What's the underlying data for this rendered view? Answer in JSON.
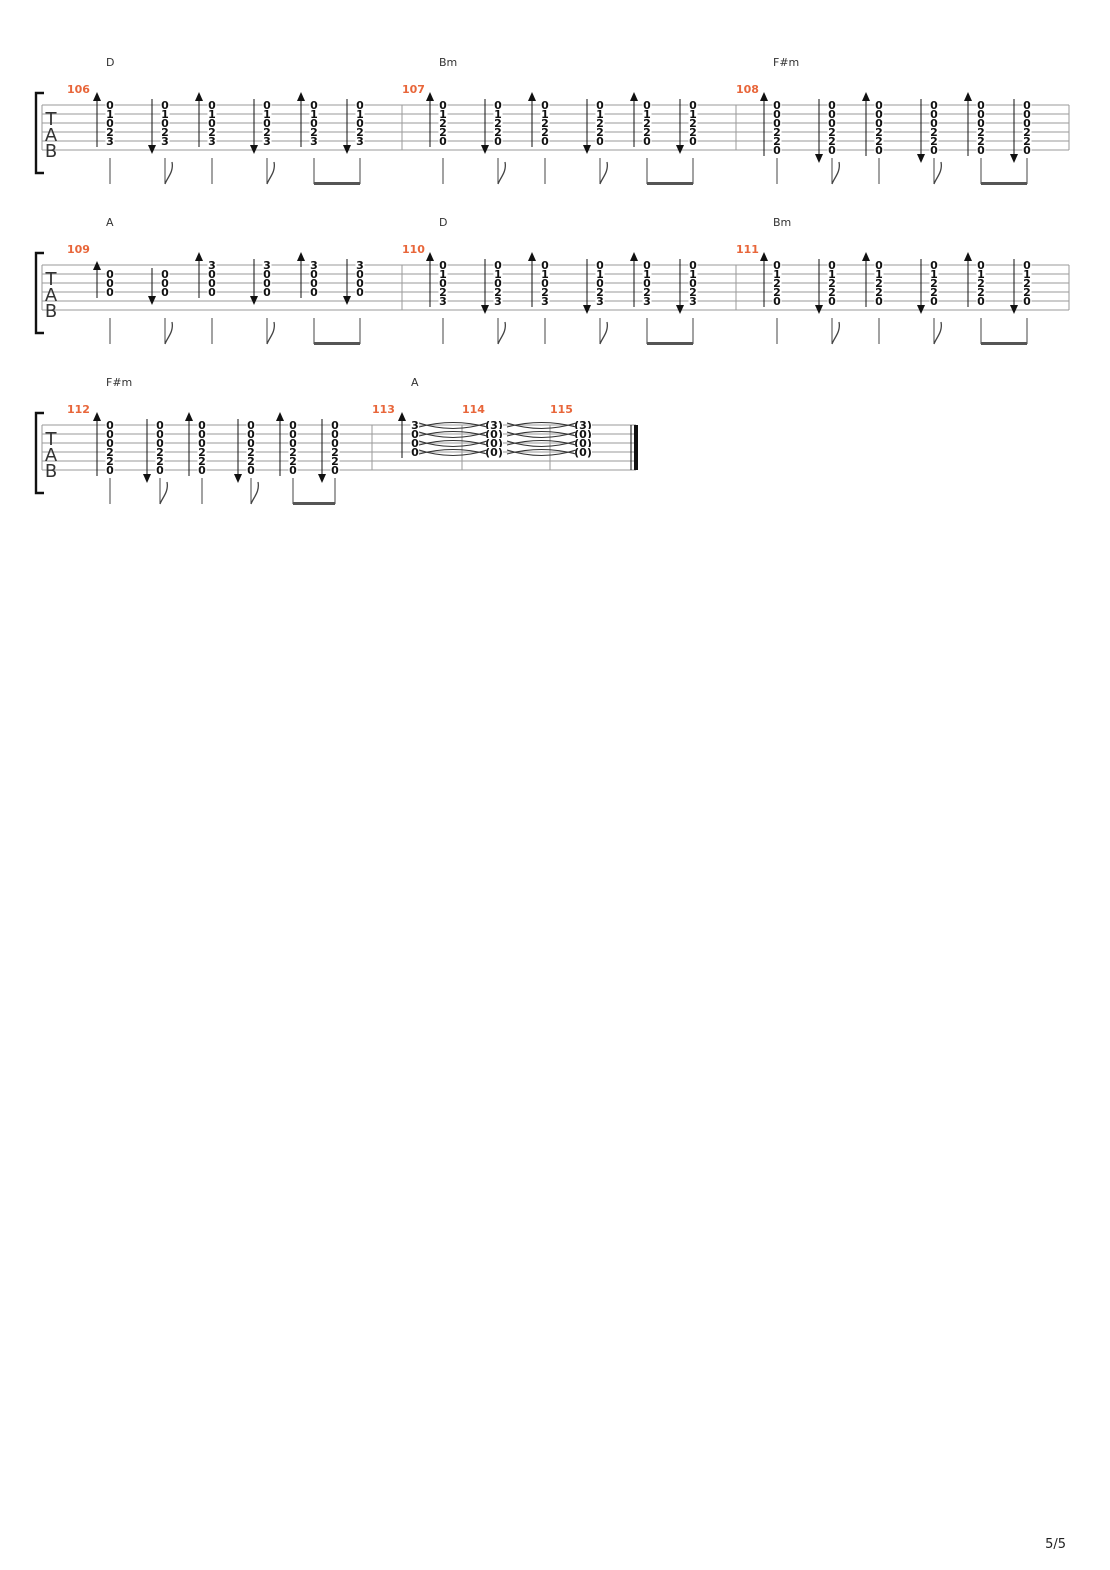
{
  "page_number": "5/5",
  "tab_clef": [
    "T",
    "A",
    "B"
  ],
  "colors": {
    "measure_number": "#e8663a",
    "staff_line": "#9a9a9a",
    "ink": "#111111"
  },
  "systems": [
    {
      "measures": [
        {
          "number": "106",
          "chord": "D",
          "beats": [
            {
              "dir": "up",
              "frets": [
                "0",
                "1",
                "0",
                "2",
                "3",
                ""
              ],
              "dur": "q"
            },
            {
              "dir": "down",
              "frets": [
                "0",
                "1",
                "0",
                "2",
                "3",
                ""
              ],
              "dur": "e"
            },
            {
              "dir": "up",
              "frets": [
                "0",
                "1",
                "0",
                "2",
                "3",
                ""
              ],
              "dur": "q"
            },
            {
              "dir": "down",
              "frets": [
                "0",
                "1",
                "0",
                "2",
                "3",
                ""
              ],
              "dur": "e"
            },
            {
              "dir": "up",
              "frets": [
                "0",
                "1",
                "0",
                "2",
                "3",
                ""
              ],
              "dur": "b"
            },
            {
              "dir": "down",
              "frets": [
                "0",
                "1",
                "0",
                "2",
                "3",
                ""
              ],
              "dur": "b"
            }
          ]
        },
        {
          "number": "107",
          "chord": "Bm",
          "beats": [
            {
              "dir": "up",
              "frets": [
                "0",
                "1",
                "2",
                "2",
                "0",
                ""
              ],
              "dur": "q"
            },
            {
              "dir": "down",
              "frets": [
                "0",
                "1",
                "2",
                "2",
                "0",
                ""
              ],
              "dur": "e"
            },
            {
              "dir": "up",
              "frets": [
                "0",
                "1",
                "2",
                "2",
                "0",
                ""
              ],
              "dur": "q"
            },
            {
              "dir": "down",
              "frets": [
                "0",
                "1",
                "2",
                "2",
                "0",
                ""
              ],
              "dur": "e"
            },
            {
              "dir": "up",
              "frets": [
                "0",
                "1",
                "2",
                "2",
                "0",
                ""
              ],
              "dur": "b"
            },
            {
              "dir": "down",
              "frets": [
                "0",
                "1",
                "2",
                "2",
                "0",
                ""
              ],
              "dur": "b"
            }
          ]
        },
        {
          "number": "108",
          "chord": "F#m",
          "beats": [
            {
              "dir": "up",
              "frets": [
                "0",
                "0",
                "0",
                "2",
                "2",
                "0"
              ],
              "dur": "q"
            },
            {
              "dir": "down",
              "frets": [
                "0",
                "0",
                "0",
                "2",
                "2",
                "0"
              ],
              "dur": "e"
            },
            {
              "dir": "up",
              "frets": [
                "0",
                "0",
                "0",
                "2",
                "2",
                "0"
              ],
              "dur": "q"
            },
            {
              "dir": "down",
              "frets": [
                "0",
                "0",
                "0",
                "2",
                "2",
                "0"
              ],
              "dur": "e"
            },
            {
              "dir": "up",
              "frets": [
                "0",
                "0",
                "0",
                "2",
                "2",
                "0"
              ],
              "dur": "b"
            },
            {
              "dir": "down",
              "frets": [
                "0",
                "0",
                "0",
                "2",
                "2",
                "0"
              ],
              "dur": "b"
            }
          ]
        }
      ]
    },
    {
      "measures": [
        {
          "number": "109",
          "chord": "A",
          "beats": [
            {
              "dir": "up",
              "frets": [
                "",
                "0",
                "0",
                "0",
                "",
                ""
              ],
              "dur": "q"
            },
            {
              "dir": "down",
              "frets": [
                "",
                "0",
                "0",
                "0",
                "",
                ""
              ],
              "dur": "e"
            },
            {
              "dir": "up",
              "frets": [
                "3",
                "0",
                "0",
                "0",
                "",
                ""
              ],
              "dur": "q"
            },
            {
              "dir": "down",
              "frets": [
                "3",
                "0",
                "0",
                "0",
                "",
                ""
              ],
              "dur": "e"
            },
            {
              "dir": "up",
              "frets": [
                "3",
                "0",
                "0",
                "0",
                "",
                ""
              ],
              "dur": "b"
            },
            {
              "dir": "down",
              "frets": [
                "3",
                "0",
                "0",
                "0",
                "",
                ""
              ],
              "dur": "b"
            }
          ]
        },
        {
          "number": "110",
          "chord": "D",
          "beats": [
            {
              "dir": "up",
              "frets": [
                "0",
                "1",
                "0",
                "2",
                "3",
                ""
              ],
              "dur": "q"
            },
            {
              "dir": "down",
              "frets": [
                "0",
                "1",
                "0",
                "2",
                "3",
                ""
              ],
              "dur": "e"
            },
            {
              "dir": "up",
              "frets": [
                "0",
                "1",
                "0",
                "2",
                "3",
                ""
              ],
              "dur": "q"
            },
            {
              "dir": "down",
              "frets": [
                "0",
                "1",
                "0",
                "2",
                "3",
                ""
              ],
              "dur": "e"
            },
            {
              "dir": "up",
              "frets": [
                "0",
                "1",
                "0",
                "2",
                "3",
                ""
              ],
              "dur": "b"
            },
            {
              "dir": "down",
              "frets": [
                "0",
                "1",
                "0",
                "2",
                "3",
                ""
              ],
              "dur": "b"
            }
          ]
        },
        {
          "number": "111",
          "chord": "Bm",
          "beats": [
            {
              "dir": "up",
              "frets": [
                "0",
                "1",
                "2",
                "2",
                "0",
                ""
              ],
              "dur": "q"
            },
            {
              "dir": "down",
              "frets": [
                "0",
                "1",
                "2",
                "2",
                "0",
                ""
              ],
              "dur": "e"
            },
            {
              "dir": "up",
              "frets": [
                "0",
                "1",
                "2",
                "2",
                "0",
                ""
              ],
              "dur": "q"
            },
            {
              "dir": "down",
              "frets": [
                "0",
                "1",
                "2",
                "2",
                "0",
                ""
              ],
              "dur": "e"
            },
            {
              "dir": "up",
              "frets": [
                "0",
                "1",
                "2",
                "2",
                "0",
                ""
              ],
              "dur": "b"
            },
            {
              "dir": "down",
              "frets": [
                "0",
                "1",
                "2",
                "2",
                "0",
                ""
              ],
              "dur": "b"
            }
          ]
        }
      ]
    },
    {
      "measures": [
        {
          "number": "112",
          "chord": "F#m",
          "beats": [
            {
              "dir": "up",
              "frets": [
                "0",
                "0",
                "0",
                "2",
                "2",
                "0"
              ],
              "dur": "q"
            },
            {
              "dir": "down",
              "frets": [
                "0",
                "0",
                "0",
                "2",
                "2",
                "0"
              ],
              "dur": "e"
            },
            {
              "dir": "up",
              "frets": [
                "0",
                "0",
                "0",
                "2",
                "2",
                "0"
              ],
              "dur": "q"
            },
            {
              "dir": "down",
              "frets": [
                "0",
                "0",
                "0",
                "2",
                "2",
                "0"
              ],
              "dur": "e"
            },
            {
              "dir": "up",
              "frets": [
                "0",
                "0",
                "0",
                "2",
                "2",
                "0"
              ],
              "dur": "b"
            },
            {
              "dir": "down",
              "frets": [
                "0",
                "0",
                "0",
                "2",
                "2",
                "0"
              ],
              "dur": "b"
            }
          ]
        },
        {
          "number": "113",
          "chord": "A",
          "beats": [
            {
              "dir": "up",
              "frets": [
                "3",
                "0",
                "0",
                "0",
                "",
                ""
              ],
              "dur": "none"
            }
          ]
        },
        {
          "number": "114",
          "chord": "",
          "beats": [
            {
              "dir": "",
              "frets": [
                "(3)",
                "(0)",
                "(0)",
                "(0)",
                "",
                ""
              ],
              "dur": "none"
            }
          ]
        },
        {
          "number": "115",
          "chord": "",
          "beats": [
            {
              "dir": "",
              "frets": [
                "(3)",
                "(0)",
                "(0)",
                "(0)",
                "",
                ""
              ],
              "dur": "none"
            }
          ]
        }
      ]
    }
  ]
}
